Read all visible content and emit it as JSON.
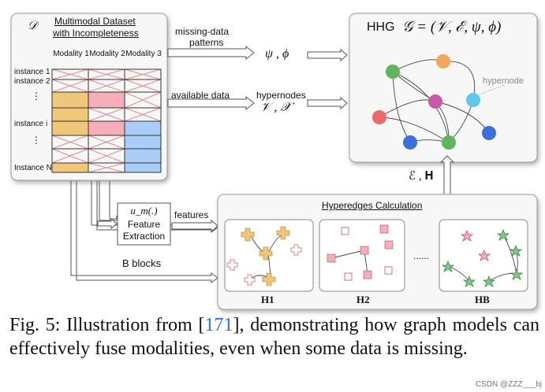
{
  "dataset": {
    "symbol": "𝒟",
    "title_line1": "Multimodal Dataset",
    "title_line2": "with Incompleteness",
    "modality_labels": [
      "Modality 1",
      "Modality 2",
      "Modality 3"
    ],
    "row_labels": [
      "instance 1",
      "instance 2",
      "⋮",
      "instance i",
      "⋮",
      "Instance N"
    ]
  },
  "arrows": {
    "missing_patterns_label_line1": "missing-data",
    "missing_patterns_label_line2": "patterns",
    "psi_phi": "ψ , ϕ",
    "available_data": "available data",
    "hypernodes": "hypernodes",
    "v_x": "𝒱 , 𝒳",
    "e_h": "ℰ , 𝐇",
    "features": "features",
    "b_blocks": "B blocks"
  },
  "feature_box": {
    "func": "u_m(.)",
    "line1": "Feature",
    "line2": "Extraction"
  },
  "hhg": {
    "title": "HHG",
    "formula": "𝒢 = (𝒱, ℰ, ψ, ϕ)",
    "hypernode_label": "hypernode"
  },
  "hyperedges": {
    "title": "Hyperedges Calculation",
    "h1": "H1",
    "h2": "H2",
    "ellipsis": "......",
    "hb": "HB"
  },
  "caption": {
    "prefix": "Fig. 5: Illustration from [",
    "ref": "171",
    "suffix": "], demonstrating how graph models can effectively fuse modalities, even when some data is missing."
  },
  "watermark": "CSDN @ZZZ___bj",
  "colors": {
    "yellow": "#f0c77a",
    "pink": "#f6aeb8",
    "blue": "#a9cdf7",
    "cross": "#e08a8a",
    "node_green": "#5fb55c",
    "node_orange": "#f2a65a",
    "node_red": "#e86a6a",
    "node_purple": "#c95aa8",
    "node_cyan": "#5cc8ec",
    "node_blue": "#3b6fd9"
  }
}
